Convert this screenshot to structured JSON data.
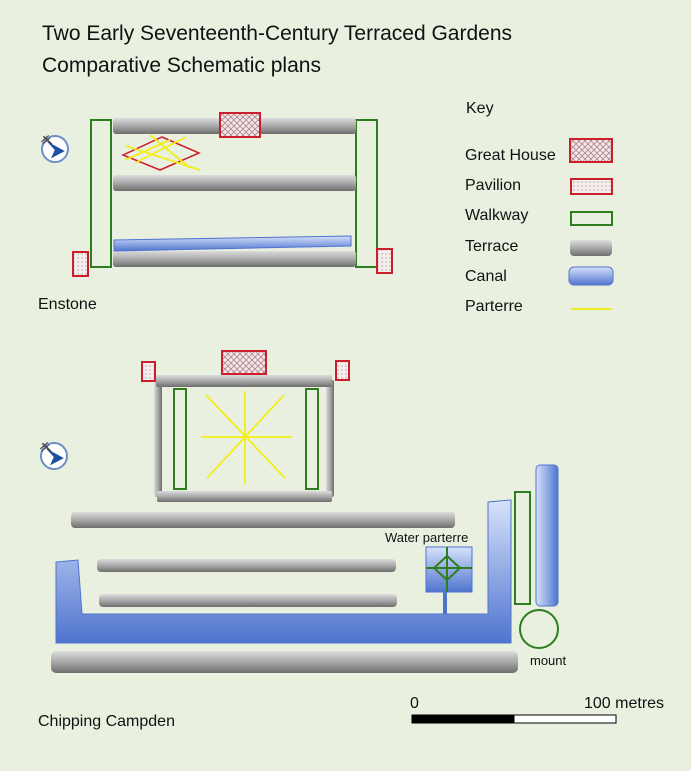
{
  "title_line1": "Two Early Seventeenth-Century Terraced Gardens",
  "title_line2": "Comparative Schematic plans",
  "key": {
    "heading": "Key",
    "items": [
      {
        "label": "Great House",
        "symbol": "great-house"
      },
      {
        "label": "Pavilion",
        "symbol": "pavilion"
      },
      {
        "label": "Walkway",
        "symbol": "walkway"
      },
      {
        "label": "Terrace",
        "symbol": "terrace"
      },
      {
        "label": "Canal",
        "symbol": "canal"
      },
      {
        "label": "Parterre",
        "symbol": "parterre"
      }
    ]
  },
  "plans": {
    "enstone": {
      "label": "Enstone"
    },
    "chipping_campden": {
      "label": "Chipping Campden",
      "water_parterre_label": "Water parterre",
      "mount_label": "mount"
    }
  },
  "scale_bar": {
    "start": "0",
    "end": "100 metres"
  },
  "colors": {
    "background": "#e9f0df",
    "great_house": "#cc1f2d",
    "walkway": "#2e7d1e",
    "terrace": "#9a9a9a",
    "canal": "#4f74cf",
    "parterre": "#f2ee1a"
  },
  "icons": [
    "compass-icon"
  ]
}
